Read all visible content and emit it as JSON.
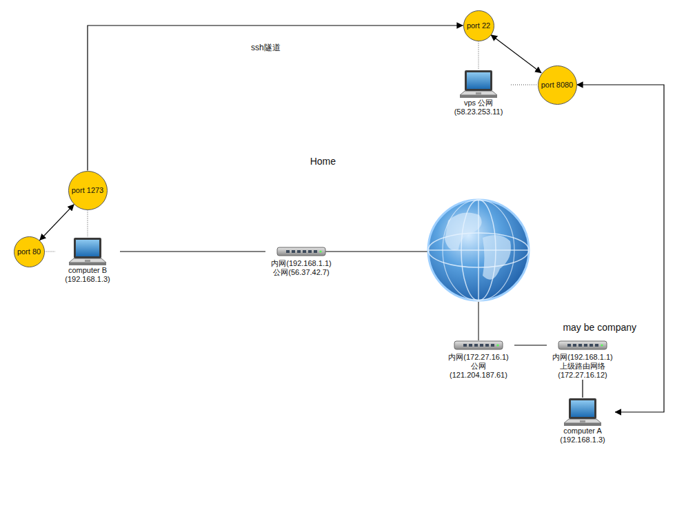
{
  "diagram": {
    "nodes": [
      {
        "text": [
          "port 22"
        ]
      },
      {
        "text": [
          "vps 公网(58.23.253.11)"
        ]
      },
      {
        "text": [
          "port 8080"
        ]
      },
      {
        "text": [
          "Home"
        ]
      },
      {
        "text": [
          "port 1273"
        ],
        "in": 3
      },
      {
        "text": [
          "port 80"
        ],
        "in": 3
      },
      {
        "text": [
          "computer B (192.168.1.3)"
        ],
        "in": 3
      },
      {
        "text": [
          "内网(192.168.1.1) 公网(56.37.42.7)"
        ],
        "in": 3
      },
      {
        "text": [
          "may be company"
        ]
      },
      {
        "text": [
          "内网(172.27.16.1) 公网(121.204.187.61)"
        ],
        "in": 8
      },
      {
        "text": [
          "内网(192.168.1.1) 上级路由网络(172.27.16.12)"
        ],
        "in": 8
      },
      {
        "text": [
          "computer A (192.168.1.3)"
        ],
        "in": 8
      }
    ],
    "edges": [
      {
        "from": 4,
        "to": 0,
        "arrow": "to"
      },
      {
        "from": 5,
        "to": 4,
        "arrow": "both"
      },
      {
        "from": 0,
        "to": 2,
        "arrow": "both"
      },
      {
        "from": 2,
        "to": 11,
        "arrow": "both"
      },
      {
        "from": 6,
        "to": 7,
        "arrow": "none"
      },
      {
        "from": 9,
        "to": 10,
        "arrow": "none"
      },
      {
        "from": 10,
        "to": 11,
        "arrow": "none"
      },
      {
        "from": 4,
        "to": 6,
        "arrow": "none"
      },
      {
        "from": 5,
        "to": 6,
        "arrow": "none"
      },
      {
        "from": 0,
        "to": 1,
        "arrow": "none"
      },
      {
        "from": 1,
        "to": 2,
        "arrow": "none"
      }
    ],
    "labels": [
      "ssh隧道"
    ]
  }
}
